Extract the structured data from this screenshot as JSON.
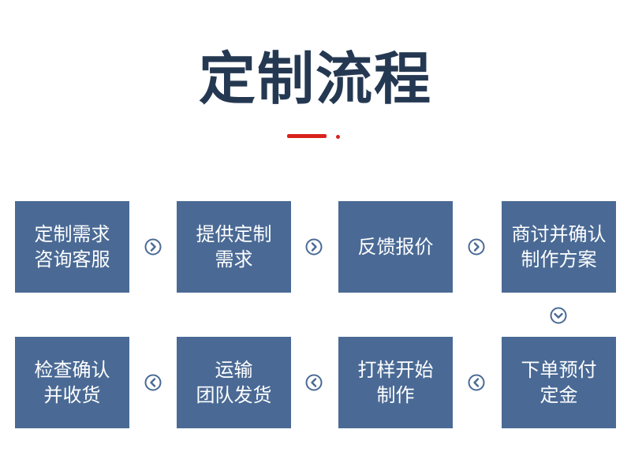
{
  "title": "定制流程",
  "accent_color": "#d8231c",
  "box_color": "#4a6a95",
  "steps": [
    {
      "line1": "定制需求",
      "line2": "咨询客服"
    },
    {
      "line1": "提供定制",
      "line2": "需求"
    },
    {
      "line1": "反馈报价",
      "line2": ""
    },
    {
      "line1": "商讨并确认",
      "line2": "制作方案"
    },
    {
      "line1": "下单预付",
      "line2": "定金"
    },
    {
      "line1": "打样开始",
      "line2": "制作"
    },
    {
      "line1": "运输",
      "line2": "团队发货"
    },
    {
      "line1": "检查确认",
      "line2": "并收货"
    }
  ],
  "arrow_icons": {
    "right": "circle-chevron-right-icon",
    "down": "circle-chevron-down-icon",
    "left": "circle-chevron-left-icon"
  }
}
